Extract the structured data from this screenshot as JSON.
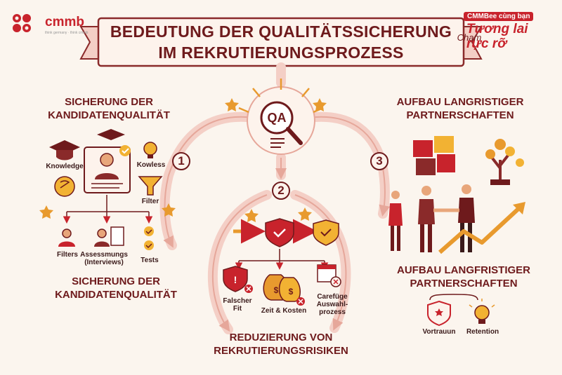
{
  "logo": {
    "brand": "cmmb",
    "tagline": "think germany · think cmmb"
  },
  "promo": {
    "line1": "CMMBee cùng bạn",
    "line2a": "Tương lai",
    "line2b": "rực rỡ",
    "script": "Chạm"
  },
  "title": {
    "line1": "BEDEUTUNG DER QUALITÄTSSICHERUNG",
    "line2": "IM REKRUTIERUNGSPROZESS"
  },
  "center": {
    "qa_label": "QA"
  },
  "steps": {
    "one": "1",
    "two": "2",
    "three": "3"
  },
  "left": {
    "heading_top": {
      "line1": "SICHERUNG DER",
      "line2": "KANDIDATENQUALITÄT"
    },
    "heading_bottom": {
      "line1": "SICHERUNG DER",
      "line2": "KANDIDATENQUALITÄT"
    },
    "labels": {
      "knowledge": "Knowledge",
      "kowless": "Kowless",
      "filter": "Filter",
      "filters": "Filters",
      "assessments_1": "Assessmungs",
      "assessments_2": "(Interviews)",
      "tests": "Tests"
    }
  },
  "middle": {
    "heading": {
      "line1": "REDUZIERUNG VON",
      "line2": "REKRUTIERUNGSRISIKEN"
    },
    "labels": {
      "falscher_1": "Falscher",
      "falscher_2": "Fit",
      "zeit": "Zeit & Kosten",
      "careful_1": "Carefüge",
      "careful_2": "Auswahl-",
      "careful_3": "prozess"
    }
  },
  "right": {
    "heading_top": {
      "line1": "AUFBAU LANGRISTIGER",
      "line2": "PARTNERSCHAFTEN"
    },
    "heading_bottom": {
      "line1": "AUFBAU LANGFRISTIGER",
      "line2": "PARTNERSCHAFTEN"
    },
    "labels": {
      "vortrauun": "Vortrauun",
      "retention": "Retention"
    }
  },
  "colors": {
    "maroon": "#6e1a1c",
    "red": "#c8232c",
    "orange": "#e89a2e",
    "gold": "#f2b233",
    "pink": "#f4cfc6",
    "cream": "#fbf5ee"
  }
}
